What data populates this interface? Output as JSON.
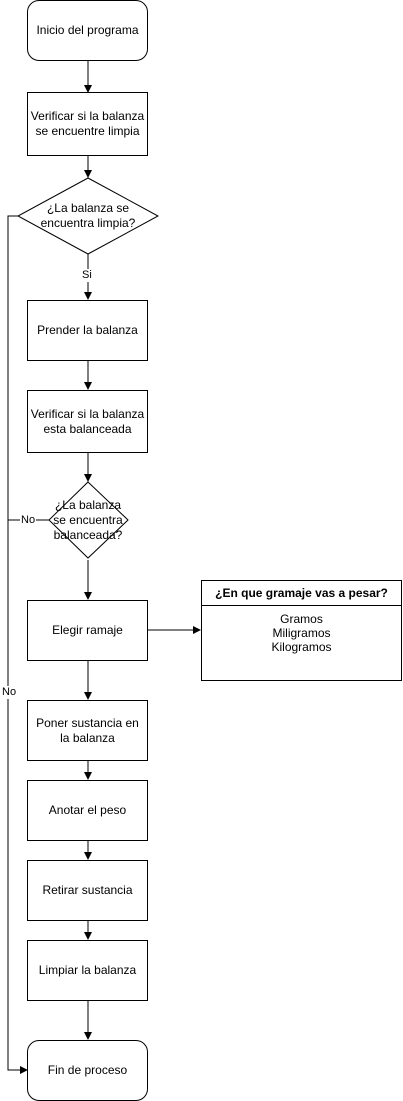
{
  "nodes": {
    "start": "Inicio del programa",
    "verify_clean": "Verificar si la balanza se encuentre limpia",
    "decision_clean": "¿La balanza se encuentra limpia?",
    "turn_on": "Prender la balanza",
    "verify_balanced": "Verificar  si la balanza esta balanceada",
    "decision_balanced": "¿La balanza\nse encuentra\nbalanceada?",
    "choose": "Elegir ramaje",
    "put_substance": "Poner sustancia en la balanza",
    "note_weight": "Anotar el peso",
    "remove": "Retirar  sustancia",
    "clean": "Limpiar la balanza",
    "end": "Fin de proceso"
  },
  "edge_labels": {
    "yes": "Si",
    "no_balanced": "No",
    "no_clean": "No"
  },
  "units_box": {
    "title": "¿En que gramaje vas a pesar?",
    "items": [
      "Gramos",
      "Miligramos",
      "Kilogramos"
    ]
  }
}
